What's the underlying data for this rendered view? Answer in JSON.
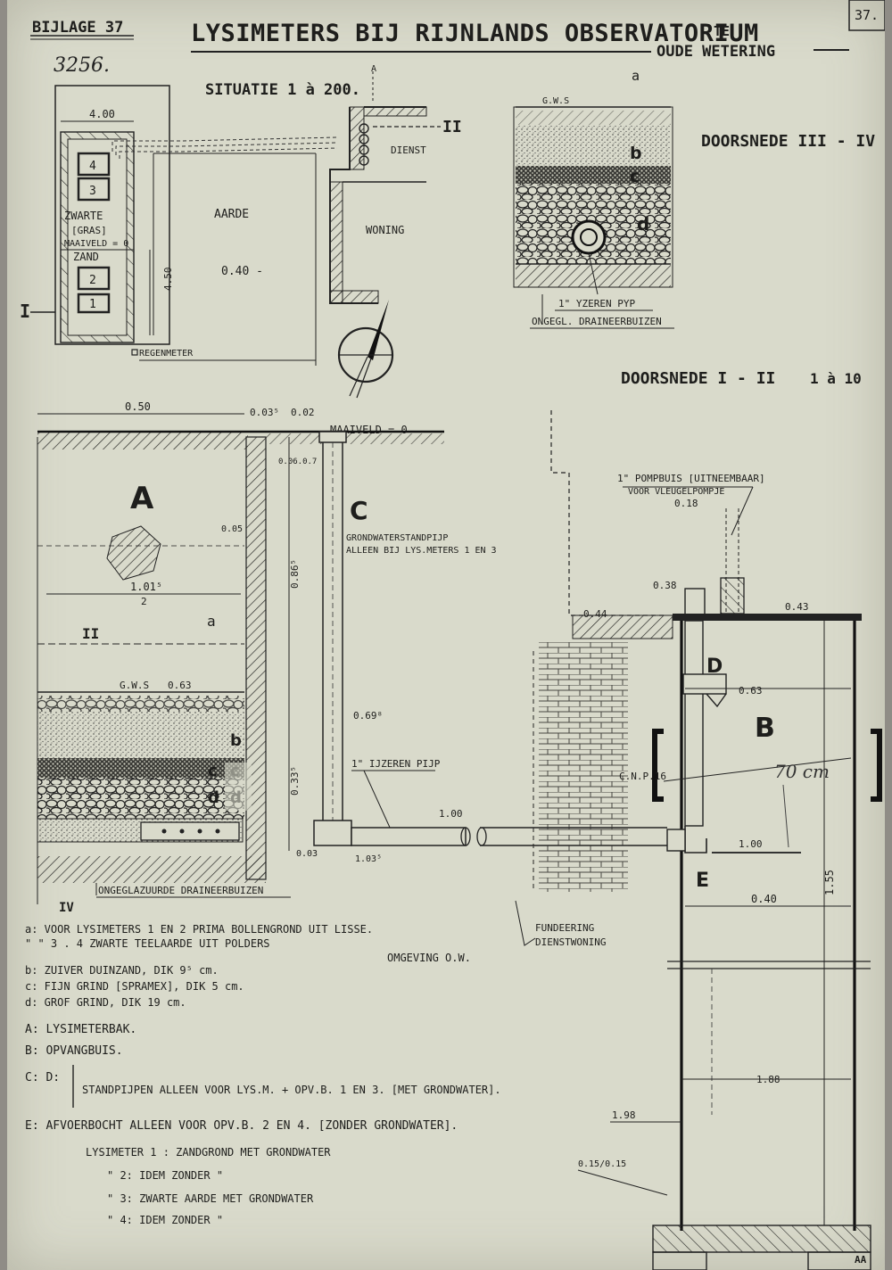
{
  "header": {
    "appendix": "BIJLAGE 37",
    "title": "LYSIMETERS BIJ RIJNLANDS OBSERVATORIUM",
    "title_suffix": "TE",
    "location": "OUDE WETERING",
    "page_number": "37.",
    "handwritten_number": "3256."
  },
  "situation_plan": {
    "title": "SITUATIE 1 à 200.",
    "width_dim": "4.00",
    "length_dim": "4.50",
    "labels": {
      "zwarte": "ZWARTE",
      "gras": "[GRAS]",
      "maaiveld": "MAAIVELD = 0",
      "zand": "ZAND",
      "aarde": "AARDE",
      "elevation": "0.40 -",
      "dienst": "DIENST",
      "woning": "WONING",
      "regenmeter": "REGENMETER",
      "section_mark_I": "I",
      "section_mark_II": "II",
      "north_mark": "A"
    },
    "lysimeter_numbers": [
      "4",
      "3",
      "2",
      "1"
    ]
  },
  "section_III_IV": {
    "title": "DOORSNEDE III - IV",
    "labels": {
      "a": "a",
      "gws": "G.W.S",
      "b": "b",
      "c": "c",
      "d": "d",
      "pipe": "1\" YZEREN PYP",
      "drains": "ONGEGL. DRAINEERBUIZEN"
    }
  },
  "section_I_II": {
    "title": "DOORSNEDE I - II",
    "scale": "1 à 10",
    "dims": {
      "width_top": "0.50",
      "d_003": "0.03⁵",
      "d_002": "0.02",
      "maaiveld": "MAAIVELD = 0",
      "d_small": "0.06.0.7",
      "wall": "0.05",
      "inner_width": "1.01⁵",
      "inner_width_sub": "2",
      "height_upper": "0.86⁵",
      "gws": "G.W.S",
      "gws_level": "0.63",
      "level_0698": "0.69⁸",
      "height_lower": "0.33⁵",
      "d_bottom": "0.03",
      "level_1035": "1.03⁵",
      "level_100": "1.00",
      "pump_level": "0.18",
      "level_038": "0.38",
      "level_044": "0.44",
      "level_043": "0.43",
      "level_063": "0.63",
      "level_100b": "1.00",
      "tube_width": "0.40",
      "tube_height": "1.55",
      "level_188": "1.88",
      "level_198": "1.98",
      "footing": "0.15/0.15"
    },
    "labels": {
      "A": "A",
      "C": "C",
      "B": "B",
      "D": "D",
      "E": "E",
      "a": "a",
      "b": "b",
      "c": "c",
      "d": "d",
      "II": "II",
      "IV": "IV",
      "standpipe_1": "GRONDWATERSTANDPIJP",
      "standpipe_2": "ALLEEN BIJ LYS.METERS 1 EN 3",
      "iron_pipe": "1\" IJZEREN PIJP",
      "drains": "ONGEGLAZUURDE DRAINEERBUIZEN",
      "pump_1": "1\" POMPBUIS [UITNEEMBAAR]",
      "pump_2": "VOOR VLEUGELPOMPJE",
      "profile": "C.N.P.16",
      "foundation_1": "FUNDEERING",
      "foundation_2": "DIENSTWONING",
      "handwritten": "70 cm"
    }
  },
  "legend": {
    "a_line1": "a: VOOR LYSIMETERS 1 EN 2 PRIMA BOLLENGROND UIT LISSE.",
    "a_line2": "\"        \"       3 . 4 ZWARTE TEELAARDE UIT POLDERS",
    "a_line3": "OMGEVING O.W.",
    "b": "b: ZUIVER DUINZAND, DIK 9⁵ cm.",
    "c": "c: FIJN GRIND [SPRAMEX], DIK 5 cm.",
    "d": "d: GROF GRIND, DIK 19 cm.",
    "A": "A: LYSIMETERBAK.",
    "B": "B: OPVANGBUIS.",
    "CD_letters": "C: D:",
    "CD_text": "STANDPIJPEN ALLEEN VOOR LYS.M. + OPV.B. 1 EN 3. [MET GRONDWATER].",
    "E": "E: AFVOERBOCHT ALLEEN VOOR OPV.B. 2 EN 4. [ZONDER GRONDWATER].",
    "lys1": "LYSIMETER 1 : ZANDGROND MET GRONDWATER",
    "lys2": "\"         2:  IDEM   ZONDER   \"",
    "lys3": "\"         3: ZWARTE AARDE MET GRONDWATER",
    "lys4": "\"         4:   IDEM  ZONDER      \""
  },
  "mark": "AA"
}
